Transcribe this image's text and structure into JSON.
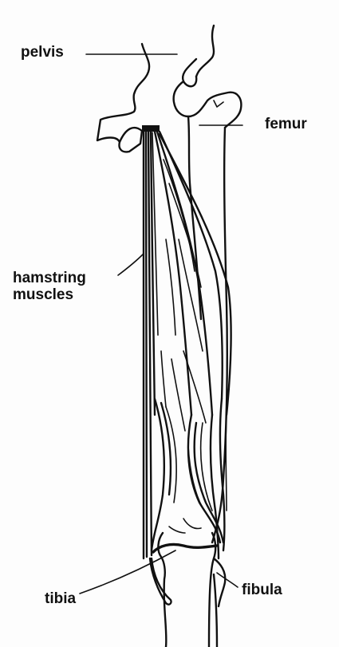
{
  "labels": {
    "pelvis": "pelvis",
    "femur": "femur",
    "hamstring_line1": "hamstring",
    "hamstring_line2": "muscles",
    "tibia": "tibia",
    "fibula": "fibula"
  },
  "colors": {
    "ink": "#111111",
    "background": "#fdfdfd"
  }
}
